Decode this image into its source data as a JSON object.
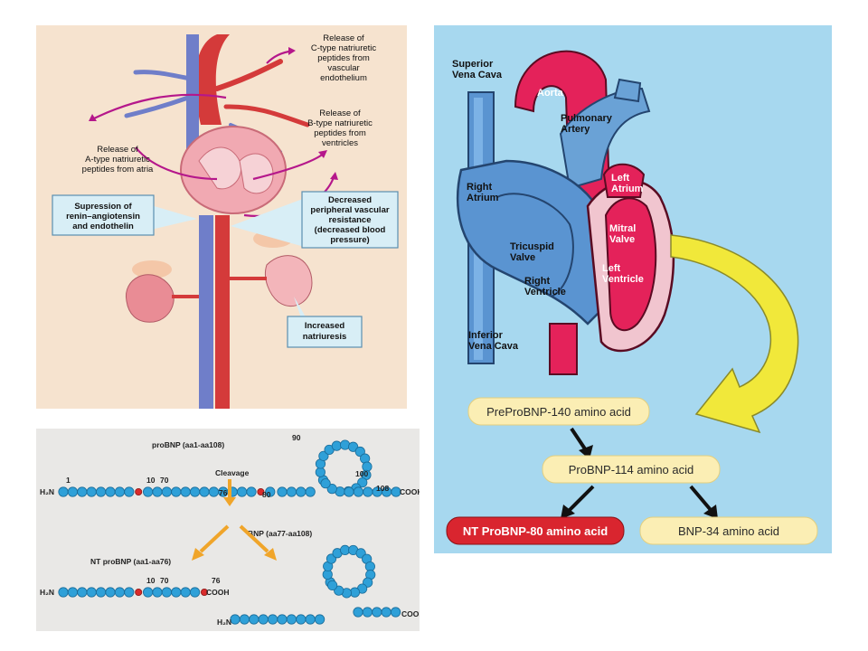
{
  "rv_panel": {
    "label_c": [
      "Release of",
      "C-type natriuretic",
      "peptides from",
      "vascular",
      "endothelium"
    ],
    "label_b": [
      "Release of",
      "B-type natriuretic",
      "peptides from",
      "ventricles"
    ],
    "label_a": [
      "Release of",
      "A-type natriuretic",
      "peptides from atria"
    ],
    "box_renin": [
      "Supression of",
      "renin–angiotensin",
      "and endothelin"
    ],
    "box_resistance": [
      "Decreased",
      "peripheral vascular",
      "resistance",
      "(decreased blood",
      "pressure)"
    ],
    "box_natriuresis": [
      "Increased",
      "natriuresis"
    ]
  },
  "bnp_panel": {
    "probnp_title": "proBNP (aa1-aa108)",
    "cleavage": "Cleavage",
    "bnp_title": "BNP (aa77-aa108)",
    "nt_title": "NT proBNP (aa1-aa76)",
    "h2n": "H₂N",
    "cooh": "COOH",
    "n1": "1",
    "n10": "10",
    "n70": "70",
    "n76": "76",
    "n80": "80",
    "n90": "90",
    "n100": "100",
    "n108": "108"
  },
  "heart_panel": {
    "superior_vena_cava": [
      "Superior",
      "Vena Cava"
    ],
    "aorta": "Aorta",
    "pulmonary_artery": [
      "Pulmonary",
      "Artery"
    ],
    "right_atrium": [
      "Right",
      "Atrium"
    ],
    "left_atrium": [
      "Left",
      "Atrium"
    ],
    "mitral_valve": [
      "Mitral",
      "Valve"
    ],
    "tricuspid_valve": [
      "Tricuspid",
      "Valve"
    ],
    "left_ventricle": [
      "Left",
      "Ventricle"
    ],
    "right_ventricle": [
      "Right",
      "Ventricle"
    ],
    "inferior_vena_cava": [
      "Inferior",
      "Vena Cava"
    ],
    "flow": {
      "preprobnp": "PreProBNP-140 amino acid",
      "probnp": "ProBNP-114 amino acid",
      "nt_probnp": "NT ProBNP-80 amino acid",
      "bnp": "BNP-34 amino acid"
    },
    "colors": {
      "nt_box": "#d9252f",
      "flow_box": "#fbeeb4",
      "arrow_yellow": "#f1e83a"
    }
  }
}
